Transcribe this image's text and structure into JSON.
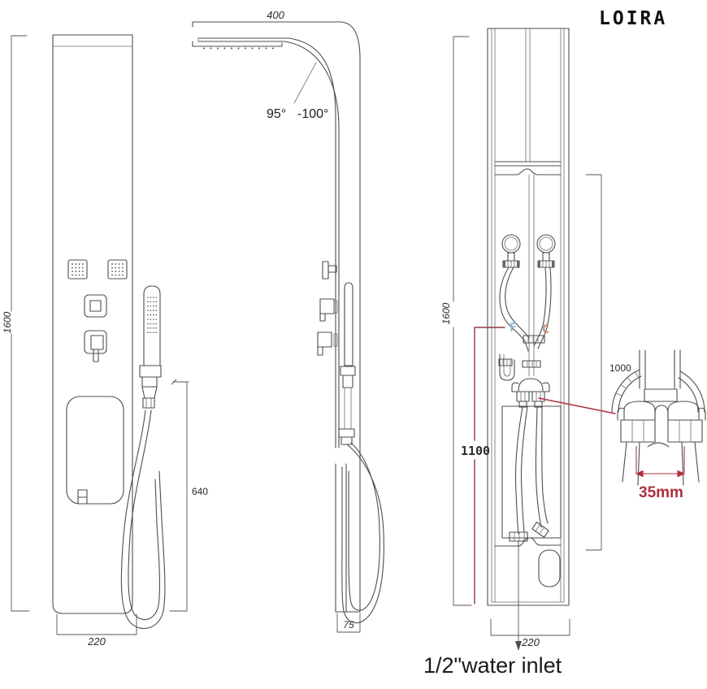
{
  "labels": {
    "title": "LOIRA"
  },
  "front_view": {
    "height_dim": "1600",
    "width_dim": "220",
    "handset_height_dim": "640"
  },
  "side_view": {
    "top_width_dim": "400",
    "angle_min": "95°",
    "angle_max": "-100°",
    "depth_dim": "75"
  },
  "internal_view": {
    "height_dim": "1600",
    "inlet_height_dim": "1100",
    "head_section_dim": "1000",
    "width_dim": "220",
    "cold_label": "F",
    "hot_label": "C",
    "inlet_label": "1/2\"water inlet"
  },
  "detail_view": {
    "outlet_spacing_dim": "35mm"
  },
  "colors": {
    "line": "#4d4d4d",
    "accent_red": "#b03040",
    "accent_maroon": "#8a3844",
    "cold_blue": "#92bcd9",
    "hot_red": "#d08d76"
  }
}
